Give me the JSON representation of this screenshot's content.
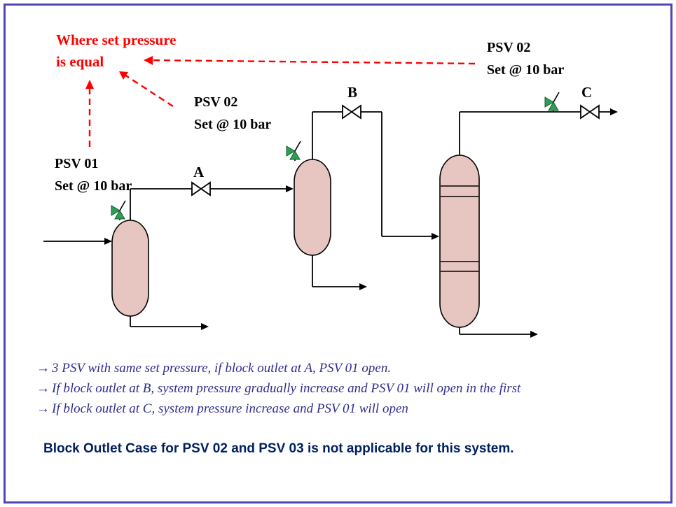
{
  "colors": {
    "border": "#4F46B8",
    "ink": "#000000",
    "vessel-fill": "#E7C6C1",
    "psv-green": "#2F9E54",
    "psv-green-dark": "#145A32",
    "red-accent": "#FF0000",
    "note-blue": "#2F2F8F",
    "footer-navy": "#002060"
  },
  "callout": {
    "line1": "Where set pressure",
    "line2": "is equal"
  },
  "psv_labels": {
    "psv01": {
      "line1": "PSV 01",
      "line2": "Set @ 10 bar"
    },
    "psv02_mid": {
      "line1": "PSV 02",
      "line2": "Set @ 10 bar"
    },
    "psv02_top": {
      "line1": "PSV 02",
      "line2": "Set @ 10 bar"
    }
  },
  "valve_labels": {
    "a": "A",
    "b": "B",
    "c": "C"
  },
  "notes": [
    {
      "bullet": "→",
      "text": "3 PSV with same set pressure, if block outlet at A, PSV 01 open."
    },
    {
      "bullet": "→",
      "text": "If block outlet at B, system pressure gradually increase and PSV 01 will open in the first"
    },
    {
      "bullet": "→",
      "text": "If block outlet at C, system pressure increase and PSV 01 will open"
    }
  ],
  "footer": "Block Outlet Case for PSV 02 and PSV 03 is not applicable for this system."
}
